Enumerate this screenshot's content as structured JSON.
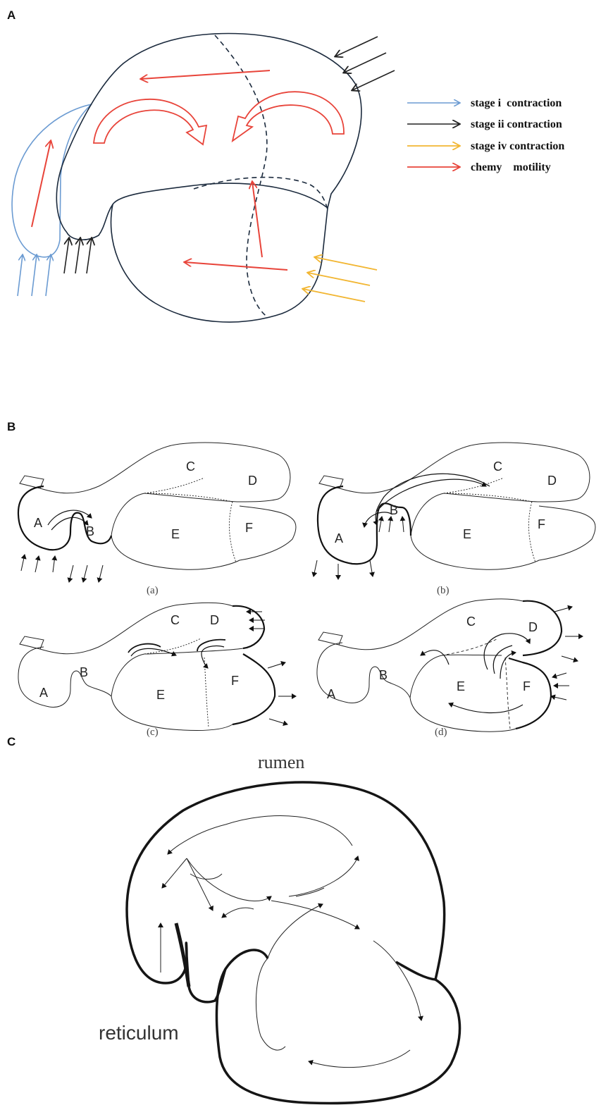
{
  "panel_labels": {
    "a": "A",
    "b": "B",
    "c": "C"
  },
  "panel_a": {
    "legend": [
      {
        "label": "stage i  contraction",
        "color": "#6b9bd2"
      },
      {
        "label": "stage ii contraction",
        "color": "#222222"
      },
      {
        "label": "stage iv contraction",
        "color": "#f2b632"
      },
      {
        "label": "chemy    motility",
        "color": "#e8443a"
      }
    ]
  },
  "panel_b": {
    "subfigures": [
      {
        "caption": "(a)",
        "letters": {
          "A": "A",
          "B": "B",
          "C": "C",
          "D": "D",
          "E": "E",
          "F": "F"
        }
      },
      {
        "caption": "(b)",
        "letters": {
          "A": "A",
          "B": "B",
          "C": "C",
          "D": "D",
          "E": "E",
          "F": "F"
        }
      },
      {
        "caption": "(c)",
        "letters": {
          "A": "A",
          "B": "B",
          "C": "C",
          "D": "D",
          "E": "E",
          "F": "F"
        }
      },
      {
        "caption": "(d)",
        "letters": {
          "A": "A",
          "B": "B",
          "C": "C",
          "D": "D",
          "E": "E",
          "F": "F"
        }
      }
    ]
  },
  "panel_c": {
    "rumen_label": "rumen",
    "reticulum_label": "reticulum"
  }
}
